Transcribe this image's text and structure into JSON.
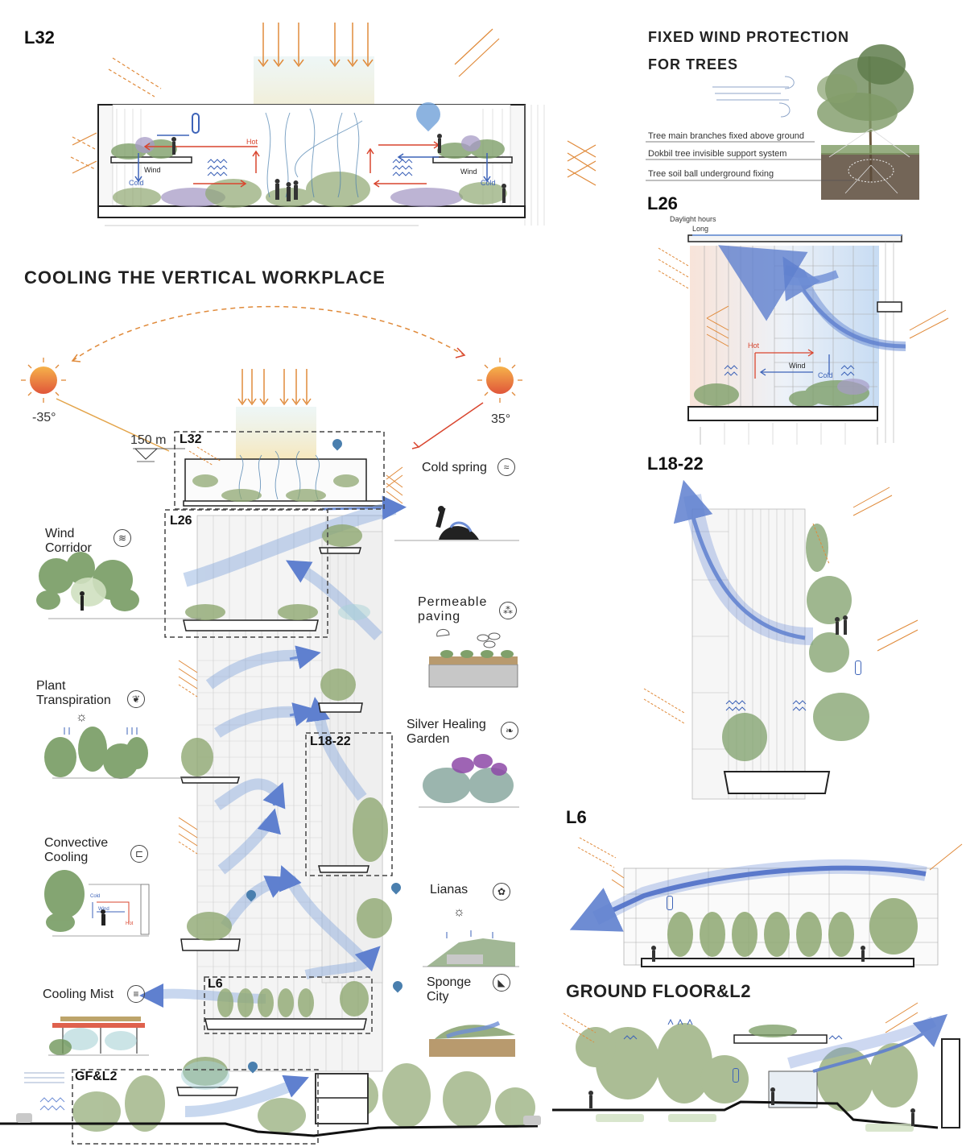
{
  "levels": {
    "l32_main": "L32",
    "l32_small": "L32",
    "l26_main": "L26",
    "l26_small": "L26",
    "l18_main": "L18-22",
    "l18_small": "L18-22",
    "l6_main": "L6",
    "l6_small": "L6",
    "gf_small": "GF&L2"
  },
  "headings": {
    "main_title": "COOLING THE VERTICAL WORKPLACE",
    "wind_protection_line1": "FIXED WIND PROTECTION",
    "wind_protection_line2": "FOR TREES",
    "ground_floor": "GROUND FLOOR&L2"
  },
  "tree_support": {
    "items": [
      "Tree main branches fixed above ground",
      "Dokbil tree invisible support system",
      "Tree soil ball underground fixing"
    ]
  },
  "l26_detail": {
    "daylight_label": "Daylight hours",
    "daylight_value": "Long",
    "hot": "Hot",
    "wind": "Wind",
    "cold": "Cold"
  },
  "l32_detail": {
    "hot": "Hot",
    "wind_left": "Wind",
    "wind_right": "Wind",
    "cold_left": "Cold",
    "cold_right": "Cold"
  },
  "sun": {
    "left_angle": "-35°",
    "right_angle": "35°",
    "height": "150 m"
  },
  "strategies": {
    "wind_corridor": [
      "Wind",
      "Corridor"
    ],
    "plant_transpiration": [
      "Plant",
      "Transpiration"
    ],
    "convective_cooling": [
      "Convective",
      "Cooling"
    ],
    "cooling_mist": "Cooling Mist",
    "cold_spring": "Cold spring",
    "permeable_paving": [
      "Permeable",
      "paving"
    ],
    "silver_healing_garden": [
      "Silver Healing",
      "Garden"
    ],
    "lianas": "Lianas",
    "sponge_city": [
      "Sponge",
      "City"
    ]
  },
  "convective_detail": {
    "cold": "Cold",
    "wind": "Wind",
    "hot": "Hot"
  },
  "colors": {
    "airflow_blue": "#6f8fd6",
    "sun_orange": "#e8873a",
    "sun_red": "#d9452e",
    "warm_glow": "#f3d27a",
    "plant_green": "#7fa06a",
    "frame_gray": "#9a9a9a"
  },
  "icons": [
    "thermometer-icon",
    "water-percent-icon",
    "sun-icon",
    "wind-icon",
    "leaf-icon",
    "waves-icon",
    "rain-icon",
    "mist-icon",
    "vine-icon",
    "sponge-icon",
    "convection-icon"
  ]
}
